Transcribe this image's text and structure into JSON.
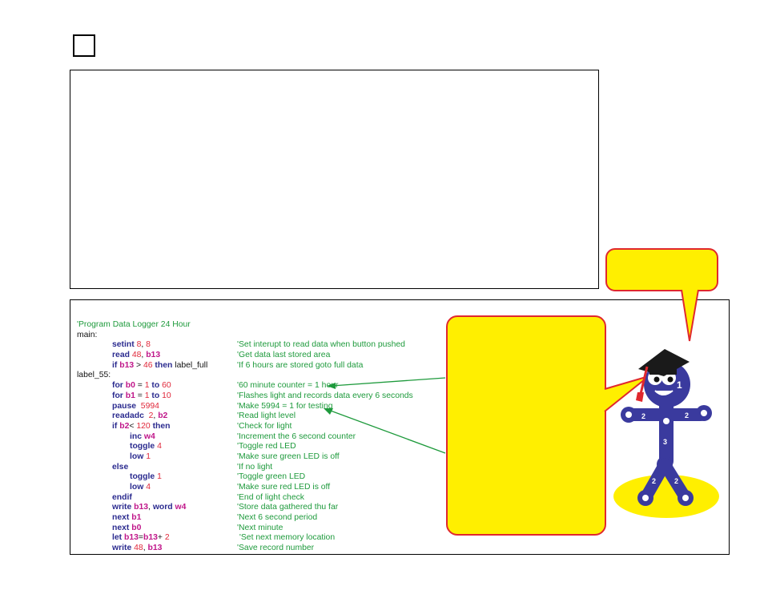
{
  "code": {
    "lines": [
      [
        {
          "t": "c",
          "s": "'Program Data Logger 24 Hour"
        }
      ],
      [
        {
          "t": "lbl",
          "s": "main:"
        }
      ],
      [
        {
          "t": "k",
          "s": "setint "
        },
        {
          "t": "n",
          "s": "8"
        },
        {
          "t": "p",
          "s": ", "
        },
        {
          "t": "n",
          "s": "8"
        },
        {
          "t": "c",
          "s": "'Set interupt to read data when button pushed"
        }
      ],
      [
        {
          "t": "k",
          "s": "read "
        },
        {
          "t": "n",
          "s": "48"
        },
        {
          "t": "p",
          "s": ", "
        },
        {
          "t": "v",
          "s": "b13"
        },
        {
          "t": "c",
          "s": "'Get data last stored area"
        }
      ],
      [
        {
          "t": "k",
          "s": "if "
        },
        {
          "t": "v",
          "s": "b13"
        },
        {
          "t": "p",
          "s": " > "
        },
        {
          "t": "n",
          "s": "46"
        },
        {
          "t": "k",
          "s": " then "
        },
        {
          "t": "p",
          "s": "label_full"
        },
        {
          "t": "c",
          "s": "'If 6 hours are stored goto full data"
        }
      ],
      [
        {
          "t": "lbl",
          "s": "label_55:"
        }
      ],
      [
        {
          "t": "k",
          "s": "for "
        },
        {
          "t": "v",
          "s": "b0"
        },
        {
          "t": "p",
          "s": " = "
        },
        {
          "t": "n",
          "s": "1"
        },
        {
          "t": "k",
          "s": " to "
        },
        {
          "t": "n",
          "s": "60"
        },
        {
          "t": "c",
          "s": "'60 minute counter = 1 hour"
        }
      ],
      [
        {
          "t": "k",
          "s": "for "
        },
        {
          "t": "v",
          "s": "b1"
        },
        {
          "t": "p",
          "s": " = "
        },
        {
          "t": "n",
          "s": "1"
        },
        {
          "t": "k",
          "s": " to "
        },
        {
          "t": "n",
          "s": "10"
        },
        {
          "t": "c",
          "s": "'Flashes light and records data every 6 seconds"
        }
      ],
      [
        {
          "t": "k",
          "s": "pause "
        },
        {
          "t": "n",
          "s": " 5994"
        },
        {
          "t": "c",
          "s": "'Make 5994 = 1 for testing"
        }
      ],
      [
        {
          "t": "k",
          "s": "readadc "
        },
        {
          "t": "n",
          "s": " 2"
        },
        {
          "t": "p",
          "s": ", "
        },
        {
          "t": "v",
          "s": "b2"
        },
        {
          "t": "c",
          "s": "'Read light level"
        }
      ],
      [
        {
          "t": "k",
          "s": "if "
        },
        {
          "t": "v",
          "s": "b2"
        },
        {
          "t": "p",
          "s": "< "
        },
        {
          "t": "n",
          "s": "120"
        },
        {
          "t": "k",
          "s": " then"
        },
        {
          "t": "c",
          "s": "'Check for light"
        }
      ],
      [
        {
          "t": "k",
          "s": "inc "
        },
        {
          "t": "v",
          "s": "w4"
        },
        {
          "t": "c",
          "s": "'Increment the 6 second counter"
        }
      ],
      [
        {
          "t": "k",
          "s": "toggle "
        },
        {
          "t": "n",
          "s": "4"
        },
        {
          "t": "c",
          "s": "'Toggle red LED"
        }
      ],
      [
        {
          "t": "k",
          "s": "low "
        },
        {
          "t": "n",
          "s": "1"
        },
        {
          "t": "c",
          "s": "'Make sure green LED is off"
        }
      ],
      [
        {
          "t": "k",
          "s": "else"
        },
        {
          "t": "c",
          "s": "'If no light"
        }
      ],
      [
        {
          "t": "k",
          "s": "toggle "
        },
        {
          "t": "n",
          "s": "1"
        },
        {
          "t": "c",
          "s": "'Toggle green LED"
        }
      ],
      [
        {
          "t": "k",
          "s": "low "
        },
        {
          "t": "n",
          "s": "4"
        },
        {
          "t": "c",
          "s": "'Make sure red LED is off"
        }
      ],
      [
        {
          "t": "k",
          "s": "endif"
        },
        {
          "t": "c",
          "s": "'End of light check"
        }
      ],
      [
        {
          "t": "k",
          "s": "write "
        },
        {
          "t": "v",
          "s": "b13"
        },
        {
          "t": "p",
          "s": ", "
        },
        {
          "t": "k",
          "s": "word "
        },
        {
          "t": "v",
          "s": "w4"
        },
        {
          "t": "c",
          "s": "'Store data gathered thu far"
        }
      ],
      [
        {
          "t": "k",
          "s": "next "
        },
        {
          "t": "v",
          "s": "b1"
        },
        {
          "t": "c",
          "s": "'Next 6 second period"
        }
      ],
      [
        {
          "t": "k",
          "s": "next "
        },
        {
          "t": "v",
          "s": "b0"
        },
        {
          "t": "c",
          "s": "'Next minute"
        }
      ],
      [
        {
          "t": "k",
          "s": "let "
        },
        {
          "t": "v",
          "s": "b13"
        },
        {
          "t": "p",
          "s": "="
        },
        {
          "t": "v",
          "s": "b13"
        },
        {
          "t": "p",
          "s": "+ "
        },
        {
          "t": "n",
          "s": "2"
        },
        {
          "t": "c",
          "s": " 'Set next memory location"
        }
      ],
      [
        {
          "t": "k",
          "s": "write "
        },
        {
          "t": "n",
          "s": "48"
        },
        {
          "t": "p",
          "s": ", "
        },
        {
          "t": "v",
          "s": "b13"
        },
        {
          "t": "c",
          "s": "'Save record number"
        }
      ]
    ]
  },
  "mascot": {
    "badge": "1",
    "arm_left": "2",
    "arm_right": "2",
    "body": "3",
    "leg_left": "2",
    "leg_right": "2"
  },
  "colors": {
    "bubble_fill": "#ffef00",
    "bubble_border": "#e0282e",
    "arrow": "#1e9a3c",
    "mascot_blue": "#3a3a9e"
  }
}
